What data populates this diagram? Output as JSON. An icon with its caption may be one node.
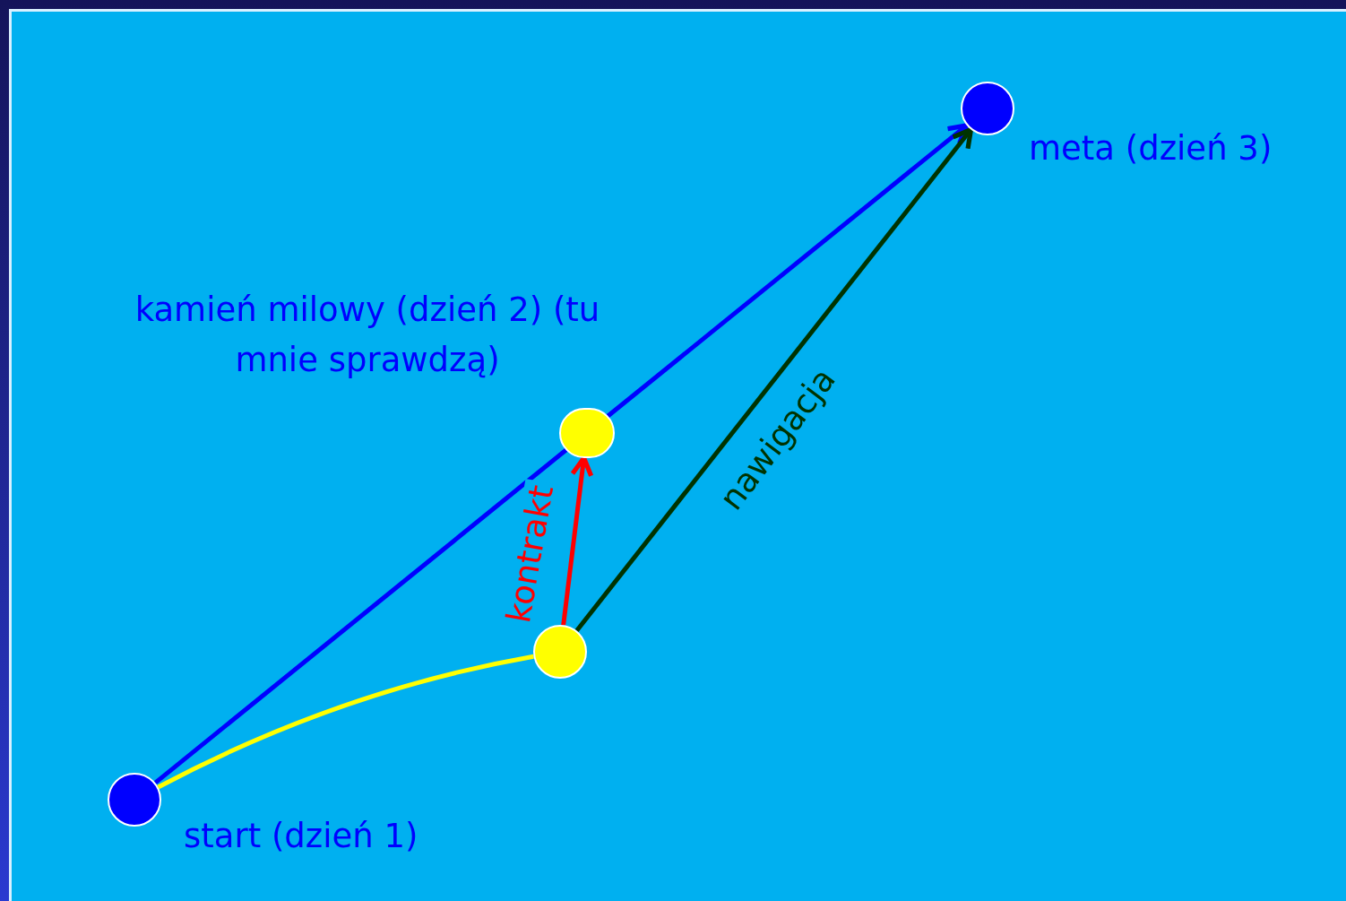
{
  "diagram": {
    "nodes": [
      {
        "text": [],
        "shape": "circle",
        "beside": [
          "start (dzień 1)"
        ]
      },
      {
        "text": [],
        "shape": "circle"
      },
      {
        "text": [],
        "shape": "circle",
        "beside": [
          "kamień milowy (dzień 2) (tu mnie sprawdzą)"
        ]
      },
      {
        "text": [],
        "shape": "circle",
        "beside": [
          "meta (dzień 3)"
        ]
      }
    ],
    "edges": [
      {
        "from": 0,
        "to": 1,
        "arrow": "none",
        "color": "#ffff00"
      },
      {
        "from": 0,
        "to": 2,
        "arrow": "none",
        "color": "#0000ff"
      },
      {
        "from": 2,
        "to": 3,
        "arrow": "to",
        "color": "#0000ff"
      },
      {
        "from": 1,
        "to": 2,
        "arrow": "to",
        "label": "kontrakt",
        "color": "#ff0000"
      },
      {
        "from": 1,
        "to": 3,
        "arrow": "to",
        "label": "nawigacja",
        "color": "#003300"
      }
    ]
  }
}
